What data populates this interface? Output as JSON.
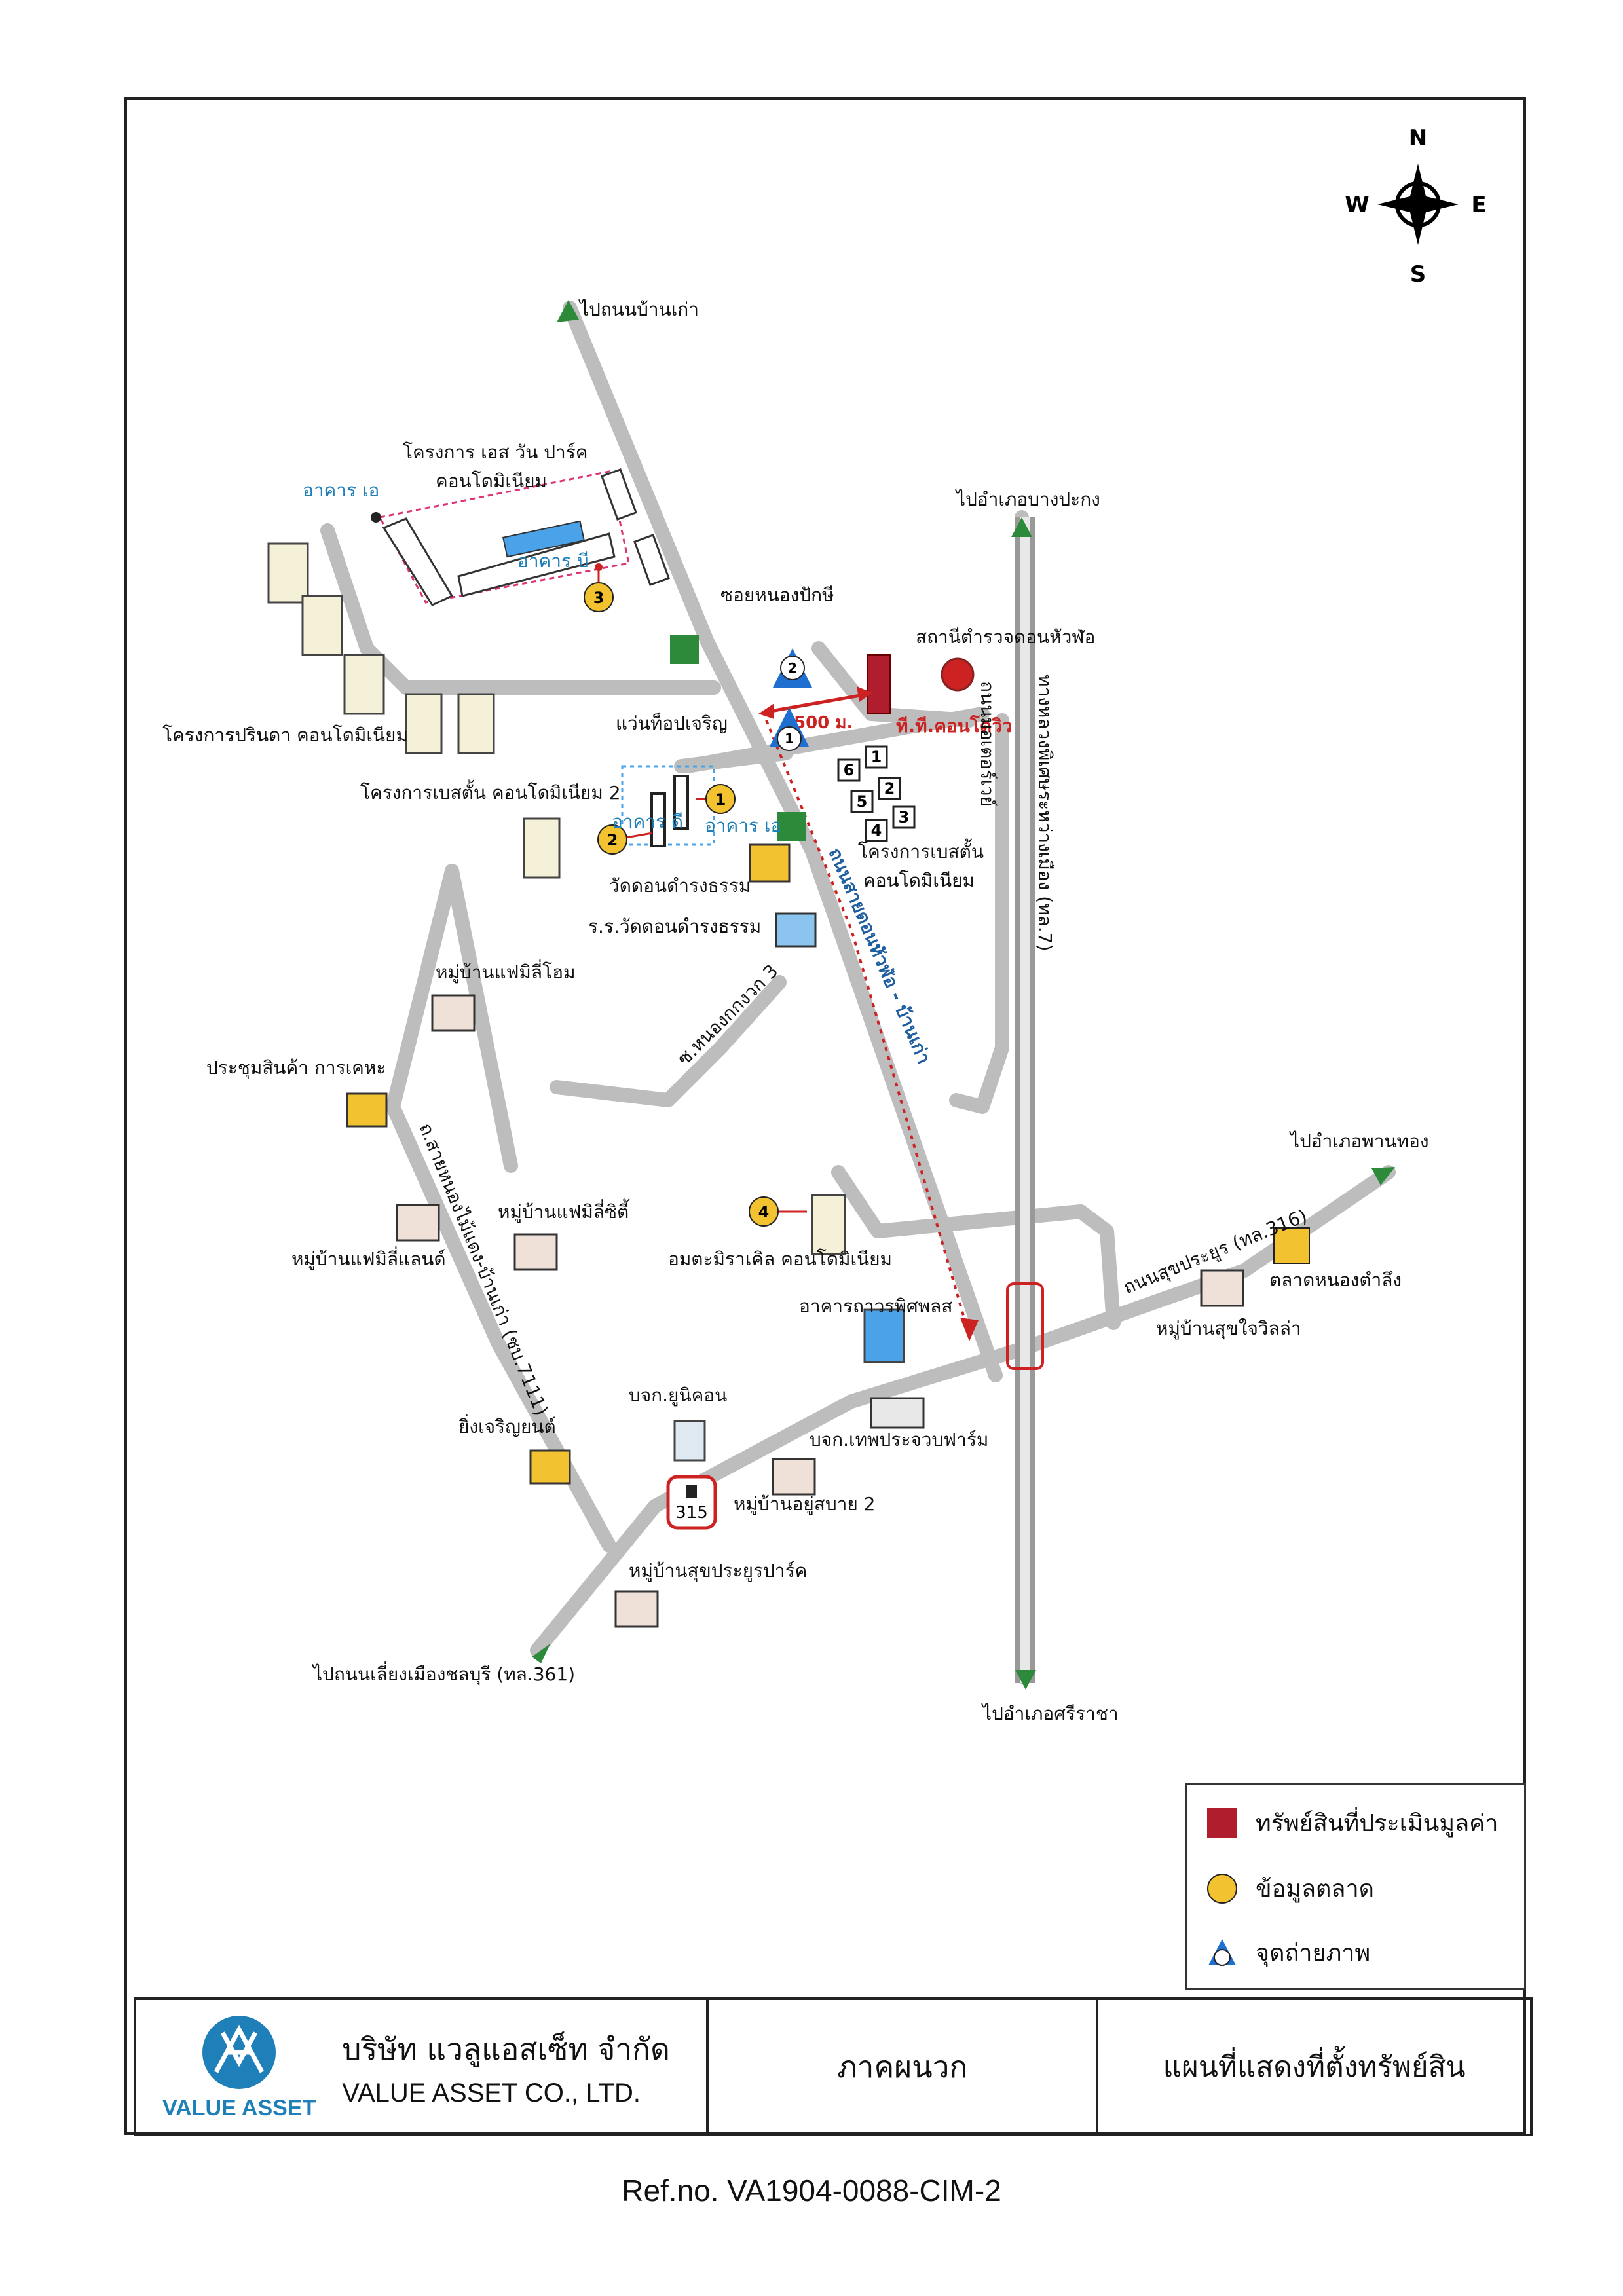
{
  "compass": {
    "n": "N",
    "s": "S",
    "e": "E",
    "w": "W"
  },
  "labels": {
    "to_ban_kao": "ไปถนนบ้านเก่า",
    "s_one_park": "โครงการ เอส วัน ปาร์ค",
    "s_one_park_2": "คอนโดมิเนียม",
    "bldg_a1": "อาคาร เอ",
    "bldg_b": "อาคาร บี",
    "to_bang_pakong": "ไปอำเภอบางปะกง",
    "soi_nong_pak_chi": "ซอยหนองปักษี",
    "police": "สถานีตำรวจดอนหัวฬ่อ",
    "subject": "ที.ที.คอนโดวิว",
    "dist": "500 ม.",
    "top_charoen": "แว่นท็อปเจริญ",
    "parinda": "โครงการปรินดา คอนโดมิเนียม",
    "best_2": "โครงการเบสตั้น คอนโดมิเนียม 2",
    "bldg_d": "อาคาร ดี",
    "bldg_a2": "อาคาร เอ",
    "best_1": "โครงการเบสตั้น",
    "best_1b": "คอนโดมิเนียม",
    "wat": "วัดดอนดำรงธรรม",
    "school": "ร.ร.วัดดอนดำรงธรรม",
    "rd_donhuaro": "ถนนสายดอนหัวฬ่อ - บ้านเก่า",
    "rd_motorway": "ถนนมอเตอร์เวย์",
    "rd_hwy7": "ทางหลวงพิเศษระหว่างเมือง (ทล.7)",
    "soi_nong_kan": "ซ.หนองกกงวก 3",
    "family_home": "หมู่บ้านแฟมิลี่โฮม",
    "expo": "ประชุมสินค้า การเคหะ",
    "rd_sai": "ถ.สายหนองไม้แดง-บ้านเก่า (ชบ.7111)",
    "family_city": "หมู่บ้านแฟมิลี่ซิตี้",
    "family_land": "หมู่บ้านแฟมิลี่แลนด์",
    "amata": "อมตะมิราเคิล คอนโดมิเนียม",
    "to_phan_thong": "ไปอำเภอพานทอง",
    "rd_sukprayoon": "ถนนสุขประยูร (ทล.316)",
    "market": "ตลาดหนองตำลึง",
    "suk_villa": "หมู่บ้านสุขใจวิลล่า",
    "tower": "อาคารถาวรพิศพลส",
    "unicon": "บจก.ยูนิคอน",
    "yingcharoen": "ยิ่งเจริญยนต์",
    "thepprachuap": "บจก.เทพประจวบฟาร์ม",
    "shield": "315",
    "yoo_sabai": "หมู่บ้านอยู่สบาย 2",
    "suk_park": "หมู่บ้านสุขประยูรปาร์ค",
    "to_chonburi": "ไปถนนเลี่ยงเมืองชลบุรี (ทล.361)",
    "to_sriracha": "ไปอำเภอศรีราชา"
  },
  "markers": {
    "m1": "1",
    "m2": "2",
    "m3": "3",
    "m4": "4",
    "p1": "1",
    "p2": "2",
    "q1": "1",
    "q2": "2",
    "q3": "3",
    "q4": "4",
    "q5": "5",
    "q6": "6"
  },
  "legend": {
    "subject": "ทรัพย์สินที่ประเมินมูลค่า",
    "market_data": "ข้อมูลตลาด",
    "photo": "จุดถ่ายภาพ"
  },
  "colors": {
    "subject": "#b01e2e",
    "market_data": "#f2c230",
    "photo": "#1f6fd1",
    "road": "#bdbdbd",
    "accent": "#1f7fb8"
  },
  "footer": {
    "company_th": "บริษัท แวลูแอสเซ็ท จำกัด",
    "company_en": "VALUE ASSET CO., LTD.",
    "brand": "VALUE ASSET",
    "section": "ภาคผนวก",
    "title": "แผนที่แสดงที่ตั้งทรัพย์สิน"
  },
  "ref": "Ref.no. VA1904-0088-CIM-2"
}
